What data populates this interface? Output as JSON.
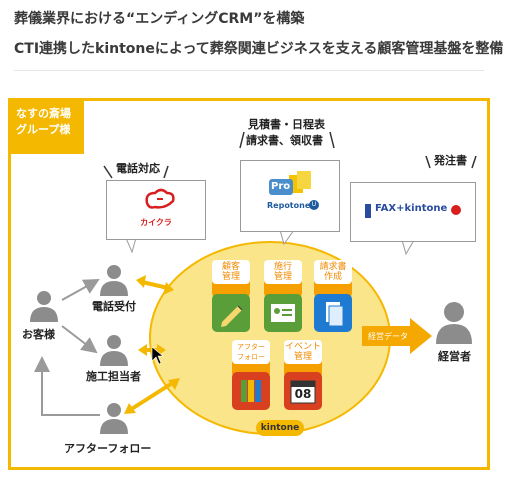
{
  "headings": {
    "title": "葬儀業界における“エンディングCRM”を構築",
    "subtitle": "CTI連携したkintoneによって葬祭関連ビジネスを支える顧客管理基盤を整備"
  },
  "corner_label": [
    "なすの斎場",
    "グループ様"
  ],
  "top_labels": {
    "phone": "電話対応",
    "documents": [
      "見積書・日程表",
      "請求書、領収書"
    ],
    "order": "発注書"
  },
  "bubbles": {
    "phone_product": "カイクラ",
    "docs_product": "Repotone",
    "docs_prefix": "Pro",
    "docs_badge": "U",
    "order_product": "FAX+kintone"
  },
  "people": {
    "customer": "お客様",
    "reception": "電話受付",
    "staff": "施工担当者",
    "aftercare": "アフターフォロー",
    "manager": "経営者"
  },
  "apps": {
    "customer_mgmt": [
      "顧客",
      "管理"
    ],
    "construction_mgmt": [
      "施行",
      "管理"
    ],
    "invoice": [
      "請求書",
      "作成"
    ],
    "aftercare": [
      "アフター",
      "フォロー"
    ],
    "event_mgmt": [
      "イベント",
      "管理"
    ]
  },
  "calendar_day": "08",
  "data_label": "経営データ",
  "platform_label": "kintone",
  "colors": {
    "accent": "#f5b800",
    "ellipse": "#fbe58a",
    "person": "#8c8c8c",
    "green": "#5a9e3a",
    "blue": "#1f7bd1",
    "red": "#d84020"
  }
}
